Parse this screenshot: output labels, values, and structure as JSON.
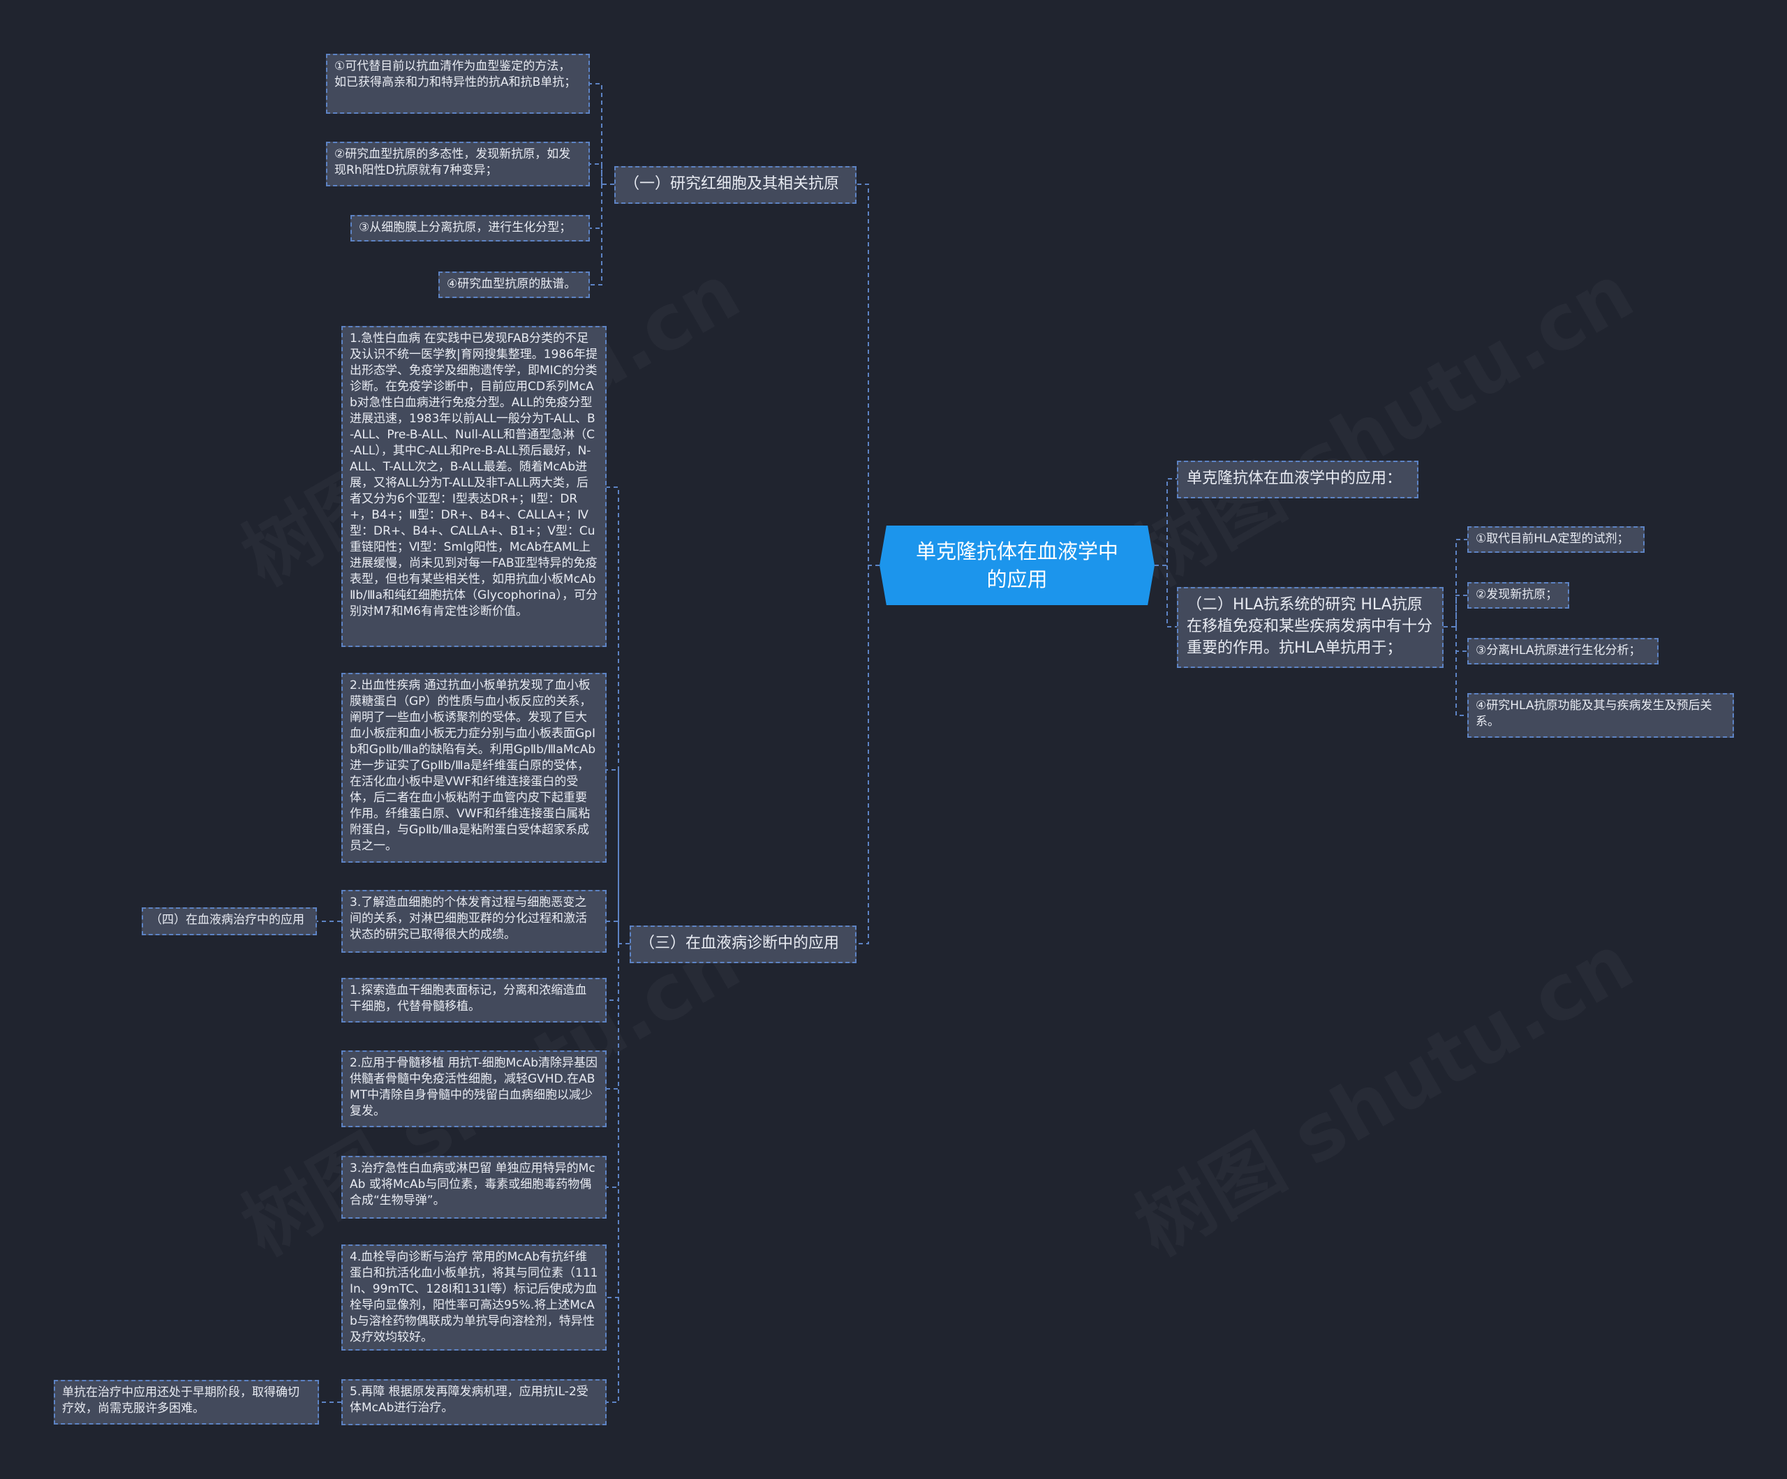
{
  "center": {
    "title": "单克隆抗体在血液学中的应用"
  },
  "right": {
    "intro": "单克隆抗体在血液学中的应用：",
    "hla": {
      "label": "（二）HLA抗系统的研究 HLA抗原在移植免疫和某些疾病发病中有十分重要的作用。抗HLA单抗用于；",
      "items": [
        "①取代目前HLA定型的试剂；",
        "②发现新抗原；",
        "③分离HLA抗原进行生化分析；",
        "④研究HLA抗原功能及其与疾病发生及预后关系。"
      ]
    }
  },
  "left": {
    "rbc": {
      "label": "（一）研究红细胞及其相关抗原",
      "items": [
        "①可代替目前以抗血清作为血型鉴定的方法，如已获得高亲和力和特异性的抗A和抗B单抗；",
        "②研究血型抗原的多态性，发现新抗原，如发现Rh阳性D抗原就有7种变异；",
        "③从细胞膜上分离抗原，进行生化分型；",
        "④研究血型抗原的肽谱。"
      ]
    },
    "diag": {
      "label": "（三）在血液病诊断中的应用",
      "items": [
        "1.急性白血病 在实践中已发现FAB分类的不足及认识不统一医学教|育网搜集整理。1986年提出形态学、免疫学及细胞遗传学，即MIC的分类诊断。在免疫学诊断中，目前应用CD系列McAb对急性白血病进行免疫分型。ALL的免疫分型进展迅速，1983年以前ALL一般分为T-ALL、B-ALL、Pre-B-ALL、Null-ALL和普通型急淋（C-ALL），其中C-ALL和Pre-B-ALL预后最好，N-ALL、T-ALL次之，B-ALL最差。随着McAb进展，又将ALL分为T-ALL及非T-ALL两大类，后者又分为6个亚型：Ⅰ型表达DR+；Ⅱ型：DR+，B4+；Ⅲ型：DR+、B4+、CALLA+；Ⅳ型：DR+、B4+、CALLA+、B1+；Ⅴ型：Cu重链阳性；Ⅵ型：SmIg阳性，McAb在AML上进展缓慢，尚未见到对每一FAB亚型特异的免疫表型，但也有某些相关性，如用抗血小板McAbⅡb/Ⅲa和纯红细胞抗体（Glycophorina），可分别对M7和M6有肯定性诊断价值。",
        "2.出血性疾病 通过抗血小板单抗发现了血小板膜糖蛋白（GP）的性质与血小板反应的关系，阐明了一些血小板诱聚剂的受体。发现了巨大血小板症和血小板无力症分别与血小板表面GpIb和GpⅡb/Ⅲa的缺陷有关。利用GpⅡb/ⅢaMcAb进一步证实了GpⅡb/Ⅲa是纤维蛋白原的受体，在活化血小板中是VWF和纤维连接蛋白的受体，后二者在血小板粘附于血管内皮下起重要作用。纤维蛋白原、VWF和纤维连接蛋白属粘附蛋白，与GpⅡb/Ⅲa是粘附蛋白受体超家系成员之一。",
        "3.了解造血细胞的个体发育过程与细胞恶变之间的关系，对淋巴细胞亚群的分化过程和激活状态的研究已取得很大的成绩。",
        "1.探索造血干细胞表面标记，分离和浓缩造血干细胞，代替骨髓移植。",
        "2.应用于骨髓移植 用抗T-细胞McAb清除异基因供髓者骨髓中免疫活性细胞，减轻GVHD.在ABMT中清除自身骨髓中的残留白血病细胞以减少复发。",
        "3.治疗急性白血病或淋巴留 单独应用特异的McAb 或将McAb与同位素，毒素或细胞毒药物偶合成“生物导弹”。",
        "4.血栓导向诊断与治疗 常用的McAb有抗纤维蛋白和抗活化血小板单抗，将其与同位素（111In、99mTC、128I和131I等）标记后使成为血栓导向显像剂，阳性率可高达95%.将上述McAb与溶栓药物偶联成为单抗导向溶栓剂，特异性及疗效均较好。",
        "5.再障 根据原发再障发病机理，应用抗IL-2受体McAb进行治疗。"
      ],
      "side_left_3": "（四）在血液病治疗中的应用",
      "side_left_8": "单抗在治疗中应用还处于早期阶段，取得确切疗效，尚需克服许多困难。"
    }
  },
  "watermarks": [
    "树图 shutu.cn",
    "树图 shutu.cn",
    "树图 shutu.cn",
    "树图 shutu.cn"
  ],
  "colors": {
    "background": "#20242f",
    "node_fill": "#434a5c",
    "dash_line": "#5d83c4",
    "center_fill": "#1c95ec"
  }
}
